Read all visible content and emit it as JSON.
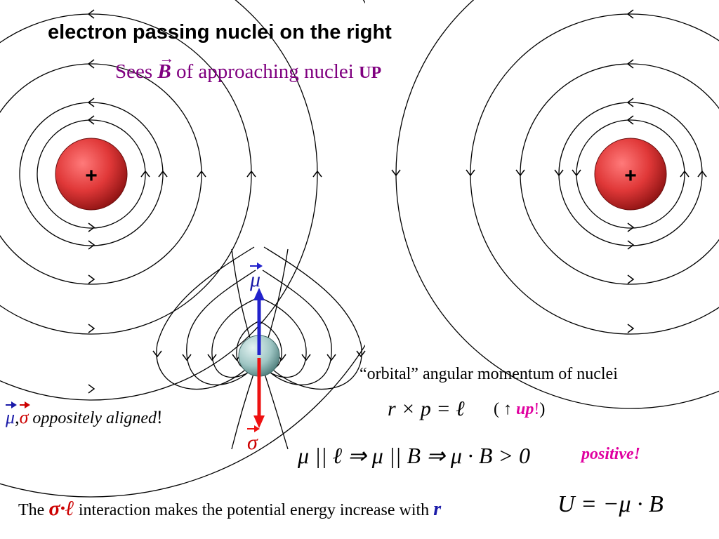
{
  "title": "electron passing nuclei on the right",
  "subtitle": {
    "pre": "Sees ",
    "symbol": "B",
    "vector_arrow": "→",
    "mid": " of approaching nuclei ",
    "emph": "UP"
  },
  "nuclei": {
    "left_sign": "+",
    "right_sign": "+"
  },
  "labels": {
    "mu": "μ",
    "sigma": "σ"
  },
  "alignment_note": {
    "mu": "μ",
    "comma": ",",
    "sigma": "σ",
    "text": " oppositely aligned",
    "bang": "!"
  },
  "orbital": {
    "text": "“orbital” angular momentum of nuclei",
    "equation": "r × p = ℓ",
    "paren_open": "( ↑ ",
    "up": "up",
    "bang": "!",
    "paren_close": ")"
  },
  "chain": {
    "equation": "μ || ℓ ⇒ μ || B ⇒ μ · B > 0",
    "positive": "positive",
    "bang": "!"
  },
  "bottom": {
    "pre": "The ",
    "sigma": "σ",
    "dot": "·",
    "ell": "ℓ",
    "mid": " interaction makes the potential energy increase with ",
    "r": "r"
  },
  "energy": "U = −μ · B",
  "colors": {
    "nucleus_light": "#ff7a7a",
    "nucleus_dark": "#8c1212",
    "mu_arrow": "#2222cc",
    "sigma_arrow": "#ee1111",
    "electron": "#9fc6c4",
    "purple_text": "#800080",
    "magenta_text": "#e000a0"
  }
}
